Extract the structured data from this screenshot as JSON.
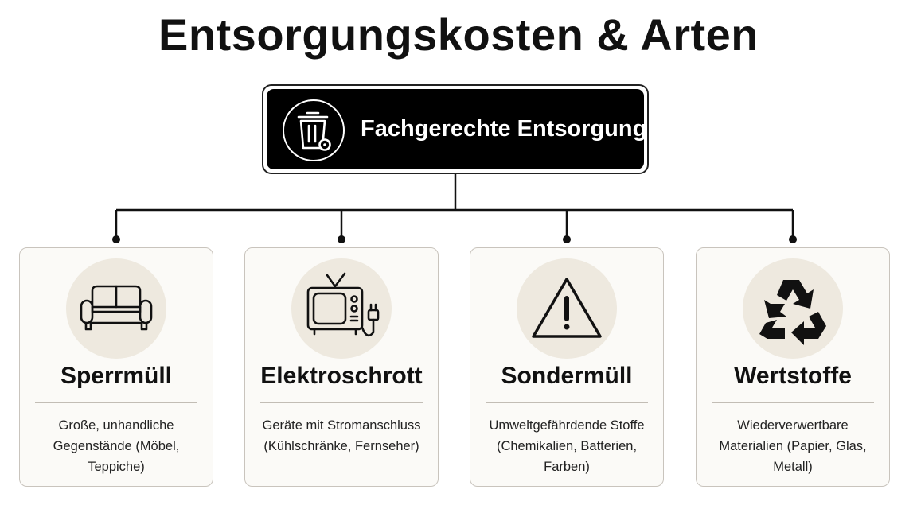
{
  "title": "Entsorgungskosten & Arten",
  "root": {
    "label": "Fachgerechte Entsorgung",
    "icon": "trash-bin-icon"
  },
  "categories": [
    {
      "title": "Sperrmüll",
      "description": "Große, unhandliche Gegenstände (Möbel, Teppiche)",
      "icon": "sofa-icon"
    },
    {
      "title": "Elektroschrott",
      "description": "Geräte mit Stromanschluss (Kühlschränke, Fernseher)",
      "icon": "tv-plug-icon"
    },
    {
      "title": "Sondermüll",
      "description": "Umweltgefährdende Stoffe (Chemikalien, Batterien, Farben)",
      "icon": "warning-triangle-icon"
    },
    {
      "title": "Wertstoffe",
      "description": "Wiederverwertbare Materialien (Papier, Glas, Metall)",
      "icon": "recycle-icon"
    }
  ],
  "colors": {
    "root_background": "#000000",
    "icon_circle": "#eee9df",
    "card_background": "#fbfaf7",
    "card_border": "#c9c4bd"
  }
}
